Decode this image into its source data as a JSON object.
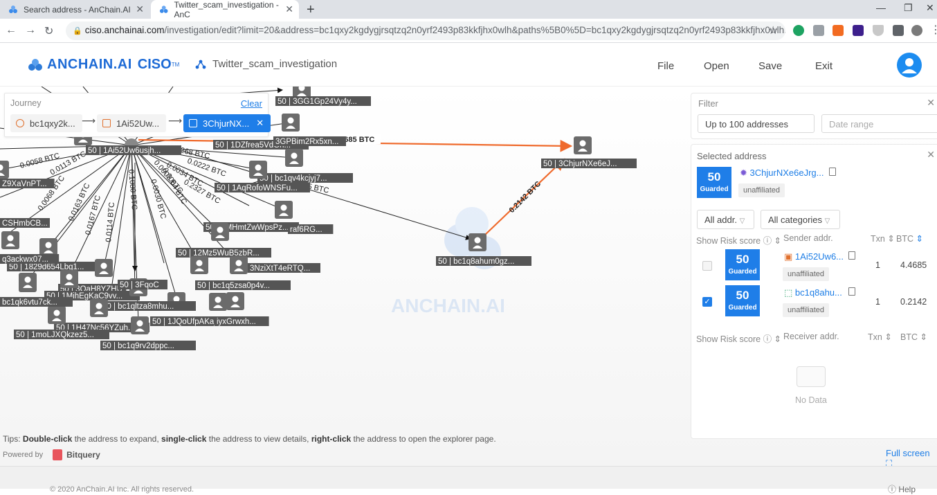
{
  "browser": {
    "tabs": [
      {
        "title": "Search address - AnChain.AI"
      },
      {
        "title": "Twitter_scam_investigation - AnC"
      }
    ],
    "url_host": "ciso.anchainai.com",
    "url_path": "/investigation/edit?limit=20&address=bc1qxy2kgdygjrsqtzq2n0yrf2493p83kkfjhx0wlh&paths%5B0%5D=bc1qxy2kgdygjrsqtzq2n0yrf2493p83kkfjhx0wlh.-32..."
  },
  "header": {
    "brand": "ANCHAIN.AI",
    "product": "CISO",
    "tm": "TM",
    "case_name": "Twitter_scam_investigation",
    "menu": {
      "file": "File",
      "open": "Open",
      "save": "Save",
      "exit": "Exit"
    }
  },
  "journey": {
    "title": "Journey",
    "clear": "Clear",
    "chips": [
      "bc1qxy2k...",
      "1Ai52Uw...",
      "3ChjurNX..."
    ]
  },
  "graph": {
    "nodes": [
      "50 | 3GG1Gp24Vy4y...",
      "50 | 1Ai52Uw6usjh...",
      "50 | 1DZfrea5VdGh...",
      "50 | bc1qv4kcjyj7...",
      "50 | 1AqRofoWNSFu...",
      "50 | 1MHmtZwWpsPz...",
      "50 | 12Mz5WuB5zbR...",
      "3NziXtT4eRTQ...",
      "50 | 1829d654Lbg1...",
      "50 | 3QaH8YZHU",
      "50 | 1MihEgKaC9vv...",
      "50 | bc1qltza8mhu...",
      "50 | 1JQoUfpAKajy...",
      "50 | 1H47Nc56YZuh...",
      "50 | 1moLJXQkzez5...",
      "50 | bc1q9rv2dppc...",
      "50 | bc1q5zsa0p4v...",
      "50 | 3ChjurNXe6eJ...",
      "50 | bc1q8ahum0gz...",
      "q3ackwx07...",
      "CSHmbCB...",
      "Z9XaVnPT...",
      "bc1qk6vtu7ck...",
      "50 | 3FqoC",
      "iyxGrwxh...",
      "raf6RG...",
      "3GPBim2Rx5xn..."
    ],
    "edges": [
      "4.4685 BTC",
      "0.2142 BTC",
      "0.0268 BTC",
      "0.0222 BTC",
      "0.0034 BTC",
      "0.2327 BTC",
      "0.0058 BTC",
      "0.0113 BTC",
      "0.0068 BTC",
      "0.0163 BTC",
      "0.0167 BTC",
      "0.0114 BTC",
      "0.1080 BTC",
      "0.0030 BTC",
      "0.0064 BTC",
      "0.0005 BTC",
      "05 BTC"
    ],
    "watermark": "ANCHAIN.AI"
  },
  "tips": {
    "prefix": "Tips: ",
    "b1": "Double-click",
    "t1": " the address to expand, ",
    "b2": "single-click",
    "t2": " the address to view details, ",
    "b3": "right-click",
    "t3": " the address to open the explorer page."
  },
  "powered": {
    "label": "Powered by",
    "name": "Bitquery"
  },
  "fullscreen": "Full screen",
  "filter": {
    "title": "Filter",
    "limit": "Up to 100 addresses",
    "date_placeholder": "Date range"
  },
  "selected": {
    "title": "Selected address",
    "score": "50",
    "level": "Guarded",
    "address": "3ChjurNXe6eJrg...",
    "tag": "unaffiliated",
    "filter_addr": "All addr.",
    "filter_cat": "All categories",
    "sender_headers": {
      "risk": "Show Risk score",
      "addr": "Sender addr.",
      "txn": "Txn",
      "btc": "BTC"
    },
    "senders": [
      {
        "score": "50",
        "level": "Guarded",
        "address": "1Ai52Uw6...",
        "tag": "unaffiliated",
        "txn": "1",
        "btc": "4.4685"
      },
      {
        "score": "50",
        "level": "Guarded",
        "address": "bc1q8ahu...",
        "tag": "unaffiliated",
        "txn": "1",
        "btc": "0.2142"
      }
    ],
    "receiver_headers": {
      "risk": "Show Risk score",
      "addr": "Receiver addr.",
      "txn": "Txn",
      "btc": "BTC"
    },
    "no_data": "No Data"
  },
  "footer": {
    "copyright": "© 2020 AnChain.AI Inc. All rights reserved.",
    "help": "Help"
  }
}
